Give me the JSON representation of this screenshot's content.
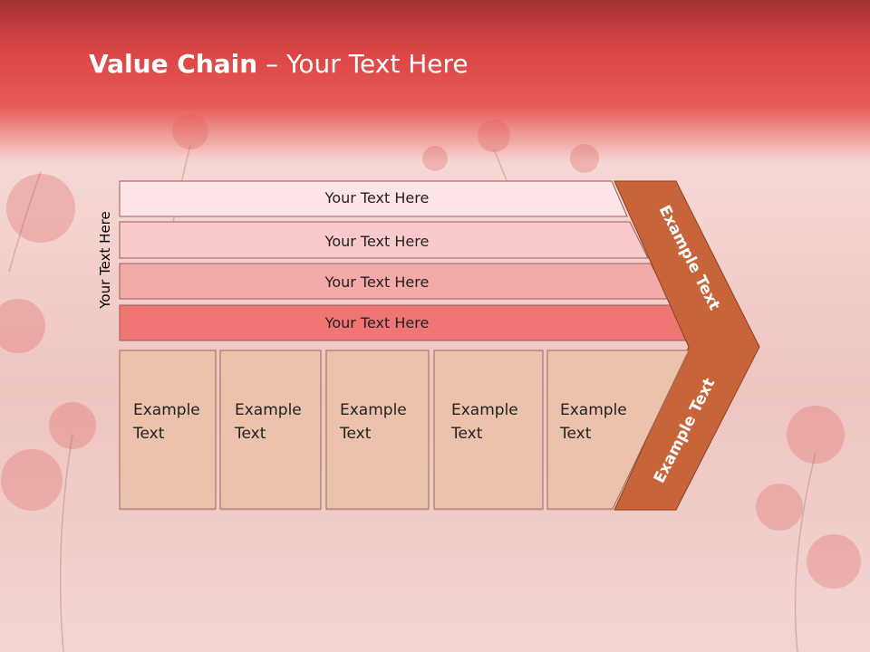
{
  "slide": {
    "title_bold": "Value Chain",
    "title_rest": " – Your Text Here"
  },
  "side_label": "Your Text Here",
  "support_rows": [
    "Your Text Here",
    "Your Text Here",
    "Your Text Here",
    "Your Text Here"
  ],
  "primary_boxes": [
    [
      "Example",
      "Text"
    ],
    [
      "Example",
      "Text"
    ],
    [
      "Example",
      "Text"
    ],
    [
      "Example",
      "Text"
    ],
    [
      "Example",
      "Text"
    ]
  ],
  "arrow_labels": [
    "Example Text",
    "Example Text"
  ],
  "colors": {
    "row1": "#fde4e6",
    "row2": "#f9c9cb",
    "row3": "#f4aaa9",
    "row4": "#ef7672",
    "boxes": "#ecc2ad",
    "arrow": "#c8643a",
    "header": "#d94545"
  }
}
